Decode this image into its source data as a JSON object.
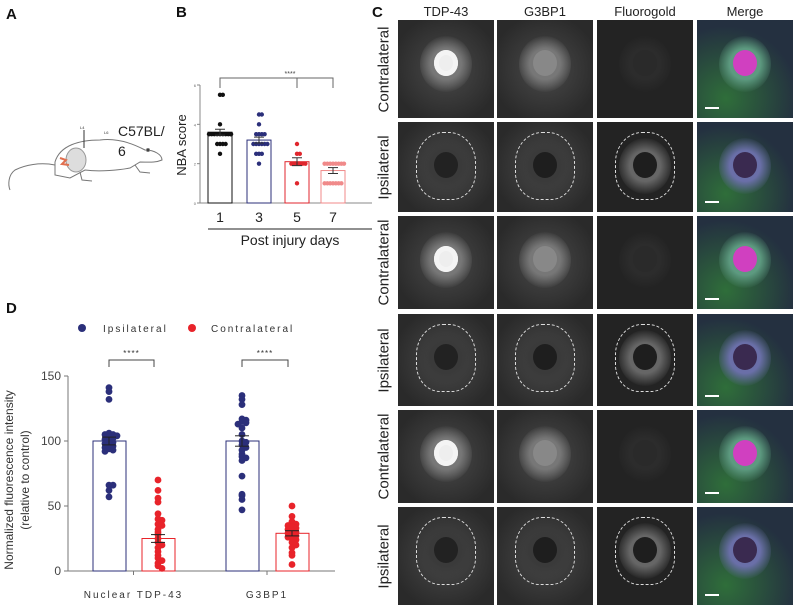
{
  "panels": {
    "a": "A",
    "b": "B",
    "c": "C",
    "d": "D"
  },
  "panel_a": {
    "strain_label_line1": "C57BL/",
    "strain_label_line2": "6",
    "marker_l4": "L4",
    "marker_l6": "L6"
  },
  "colors": {
    "day1": "#111111",
    "day3": "#2b2f7a",
    "day5": "#e0262d",
    "day7": "#f08a8a",
    "ipsilateral": "#2b2f7a",
    "contralateral": "#e8232a"
  },
  "chart_data": [
    {
      "type": "bar",
      "panel": "B",
      "ylabel": "NBA score",
      "xlabel": "Post injury days",
      "categories": [
        "1",
        "3",
        "5",
        "7"
      ],
      "ylim": [
        0,
        6
      ],
      "yticks": [
        "0",
        "2",
        "4",
        "6"
      ],
      "means": [
        3.6,
        3.2,
        2.1,
        1.65
      ],
      "sem": [
        0.15,
        0.15,
        0.2,
        0.15
      ],
      "points": [
        [
          5.5,
          5.5,
          4,
          3.5,
          3.5,
          3.5,
          3.5,
          3.5,
          3.5,
          3.5,
          3.5,
          3.5,
          3.5,
          3,
          3,
          3,
          3,
          2.5
        ],
        [
          4.5,
          4.5,
          4,
          3.5,
          3.5,
          3.5,
          3.5,
          3,
          3,
          3,
          3,
          3,
          3,
          2.5,
          2.5,
          2.5,
          2
        ],
        [
          3,
          2.5,
          2.5,
          2,
          2,
          2,
          2,
          2,
          2,
          1
        ],
        [
          2,
          2,
          2,
          2,
          2,
          2,
          2,
          2,
          1,
          1,
          1,
          1,
          1,
          1,
          1
        ]
      ],
      "significance": {
        "label": "****",
        "from": "1",
        "to": [
          "5",
          "7"
        ]
      }
    },
    {
      "type": "bar",
      "panel": "D",
      "ylabel": "Normalized fluorescence intensity\n(relative to control)",
      "ylabel_line1": "Normalized fluorescence intensity",
      "ylabel_line2": "(relative to control)",
      "categories": [
        "Nuclear TDP-43",
        "G3BP1"
      ],
      "ylim": [
        0,
        150
      ],
      "yticks": [
        "0",
        "50",
        "100",
        "150"
      ],
      "legend_position": "top",
      "series": [
        {
          "name": "Ipsilateral",
          "means": [
            100,
            100
          ],
          "sem": [
            3,
            4
          ],
          "points": [
            [
              141,
              138,
              132,
              106,
              105,
              105,
              104,
              103,
              102,
              101,
              100,
              99,
              98,
              97,
              96,
              95,
              94,
              93,
              92,
              66,
              66,
              62,
              57
            ],
            [
              135,
              132,
              128,
              117,
              116,
              115,
              114,
              113,
              110,
              105,
              100,
              99,
              97,
              95,
              93,
              90,
              88,
              87,
              85,
              73,
              59,
              58,
              55,
              47
            ]
          ]
        },
        {
          "name": "Contralateral",
          "means": [
            25,
            29
          ],
          "sem": [
            3,
            2
          ],
          "points": [
            [
              70,
              62,
              56,
              53,
              44,
              40,
              39,
              36,
              35,
              32,
              30,
              28,
              25,
              22,
              20,
              18,
              15,
              12,
              10,
              8,
              6,
              4,
              2
            ],
            [
              50,
              42,
              38,
              37,
              36,
              35,
              34,
              33,
              32,
              31,
              30,
              29,
              28,
              27,
              26,
              25,
              24,
              22,
              20,
              18,
              14,
              12,
              5
            ]
          ]
        }
      ],
      "significance": [
        "****",
        "****"
      ]
    }
  ],
  "panel_c": {
    "columns": [
      "TDP-43",
      "G3BP1",
      "Fluorogold",
      "Merge"
    ],
    "rows": [
      "Contralateral",
      "Ipsilateral",
      "Contralateral",
      "Ipsilateral",
      "Contralateral",
      "Ipsilateral"
    ]
  }
}
